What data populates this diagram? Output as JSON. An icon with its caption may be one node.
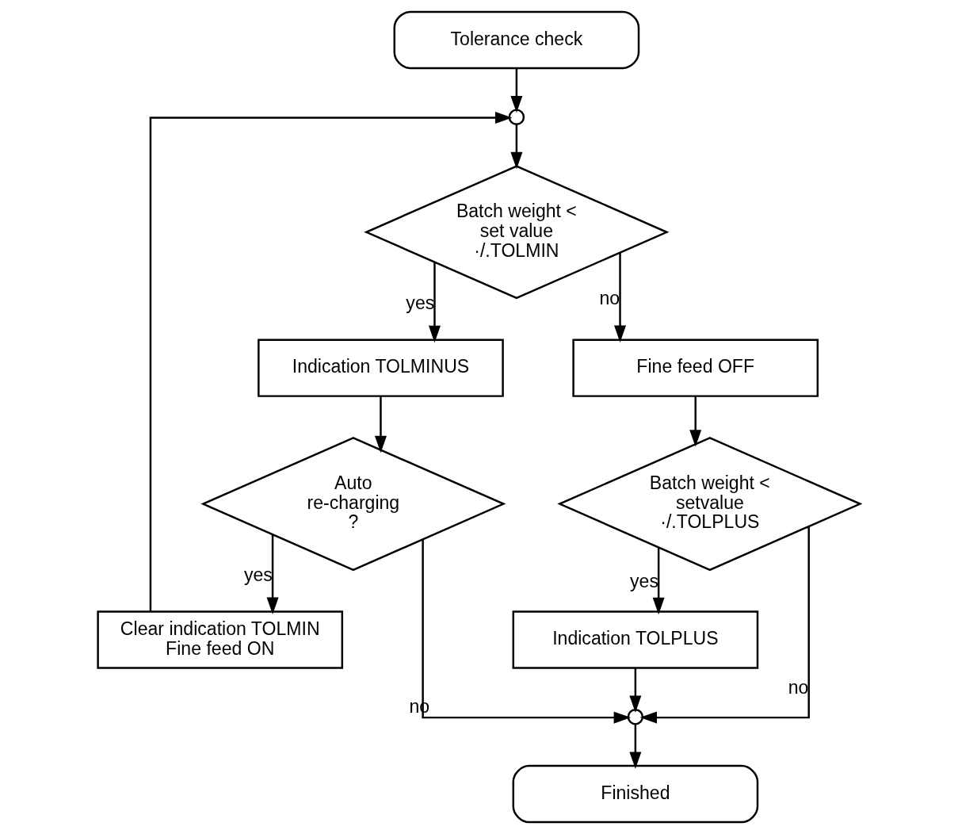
{
  "diagram": {
    "nodes": [
      {
        "text": [
          "Tolerance check"
        ]
      },
      {
        "text": [],
        "shape": "circle"
      },
      {
        "text": [
          "Batch weight < set value ·/.TOLMIN"
        ]
      },
      {
        "text": [
          "Indication TOLMINUS"
        ]
      },
      {
        "text": [
          "Fine feed OFF"
        ]
      },
      {
        "text": [
          "Auto re-charging ?"
        ]
      },
      {
        "text": [
          "Batch weight < setvalue ·/.TOLPLUS"
        ]
      },
      {
        "text": [
          "Clear indication TOLMIN Fine feed ON"
        ]
      },
      {
        "text": [
          "Indication TOLPLUS"
        ]
      },
      {
        "text": [],
        "shape": "circle"
      },
      {
        "text": [
          "Finished"
        ]
      }
    ],
    "edges": [
      {
        "from": 0,
        "to": 1,
        "arrow": "to"
      },
      {
        "from": 1,
        "to": 2,
        "arrow": "to"
      },
      {
        "from": 2,
        "to": 3,
        "arrow": "to",
        "label": "yes"
      },
      {
        "from": 2,
        "to": 4,
        "arrow": "to",
        "label": "no"
      },
      {
        "from": 3,
        "to": 5,
        "arrow": "to"
      },
      {
        "from": 5,
        "to": 7,
        "arrow": "to",
        "label": "yes"
      },
      {
        "from": 5,
        "to": 9,
        "arrow": "to",
        "label": "no"
      },
      {
        "from": 7,
        "to": 1,
        "arrow": "to"
      },
      {
        "from": 4,
        "to": 6,
        "arrow": "to"
      },
      {
        "from": 6,
        "to": 8,
        "arrow": "to",
        "label": "yes"
      },
      {
        "from": 6,
        "to": 9,
        "arrow": "to",
        "label": "no"
      },
      {
        "from": 8,
        "to": 9,
        "arrow": "to"
      },
      {
        "from": 9,
        "to": 10,
        "arrow": "to"
      }
    ]
  }
}
